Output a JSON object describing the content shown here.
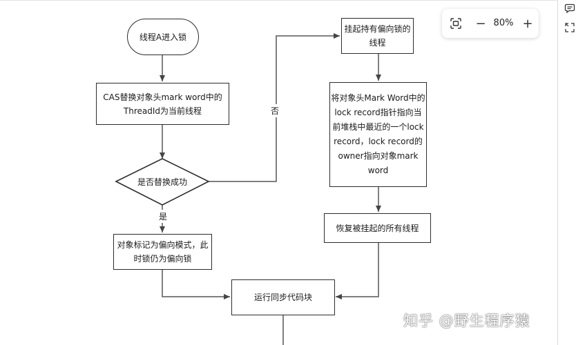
{
  "zoom": {
    "zoom_out": "−",
    "level": "80%",
    "zoom_in": "+"
  },
  "icons": {
    "fit": "fit-screen-icon",
    "zoom_out": "minus-icon",
    "zoom_in": "plus-icon",
    "comment": "comment-icon",
    "fullscreen": "fullscreen-icon"
  },
  "flowchart": {
    "start": "线程A进入锁",
    "cas_replace": "CAS替换对象头mark word中的\nThreadId为当前线程",
    "decision": "是否替换成功",
    "yes_label": "是",
    "no_label": "否",
    "mark_biased": "对象标记为偏向模式，此\n时锁仍为偏向锁",
    "suspend_holder": "挂起持有偏向锁的\n线程",
    "point_record": "将对象头Mark Word中的\nlock record指针指向当\n前堆栈中最近的一个lock\nrecord，lock record的\nowner指向对象mark\nword",
    "resume_threads": "恢复被挂起的所有线程",
    "run_sync": "运行同步代码块"
  },
  "watermark": "知乎 @野生程序猿",
  "colors": {
    "stroke": "#2b2b2b",
    "background": "#ffffff"
  }
}
